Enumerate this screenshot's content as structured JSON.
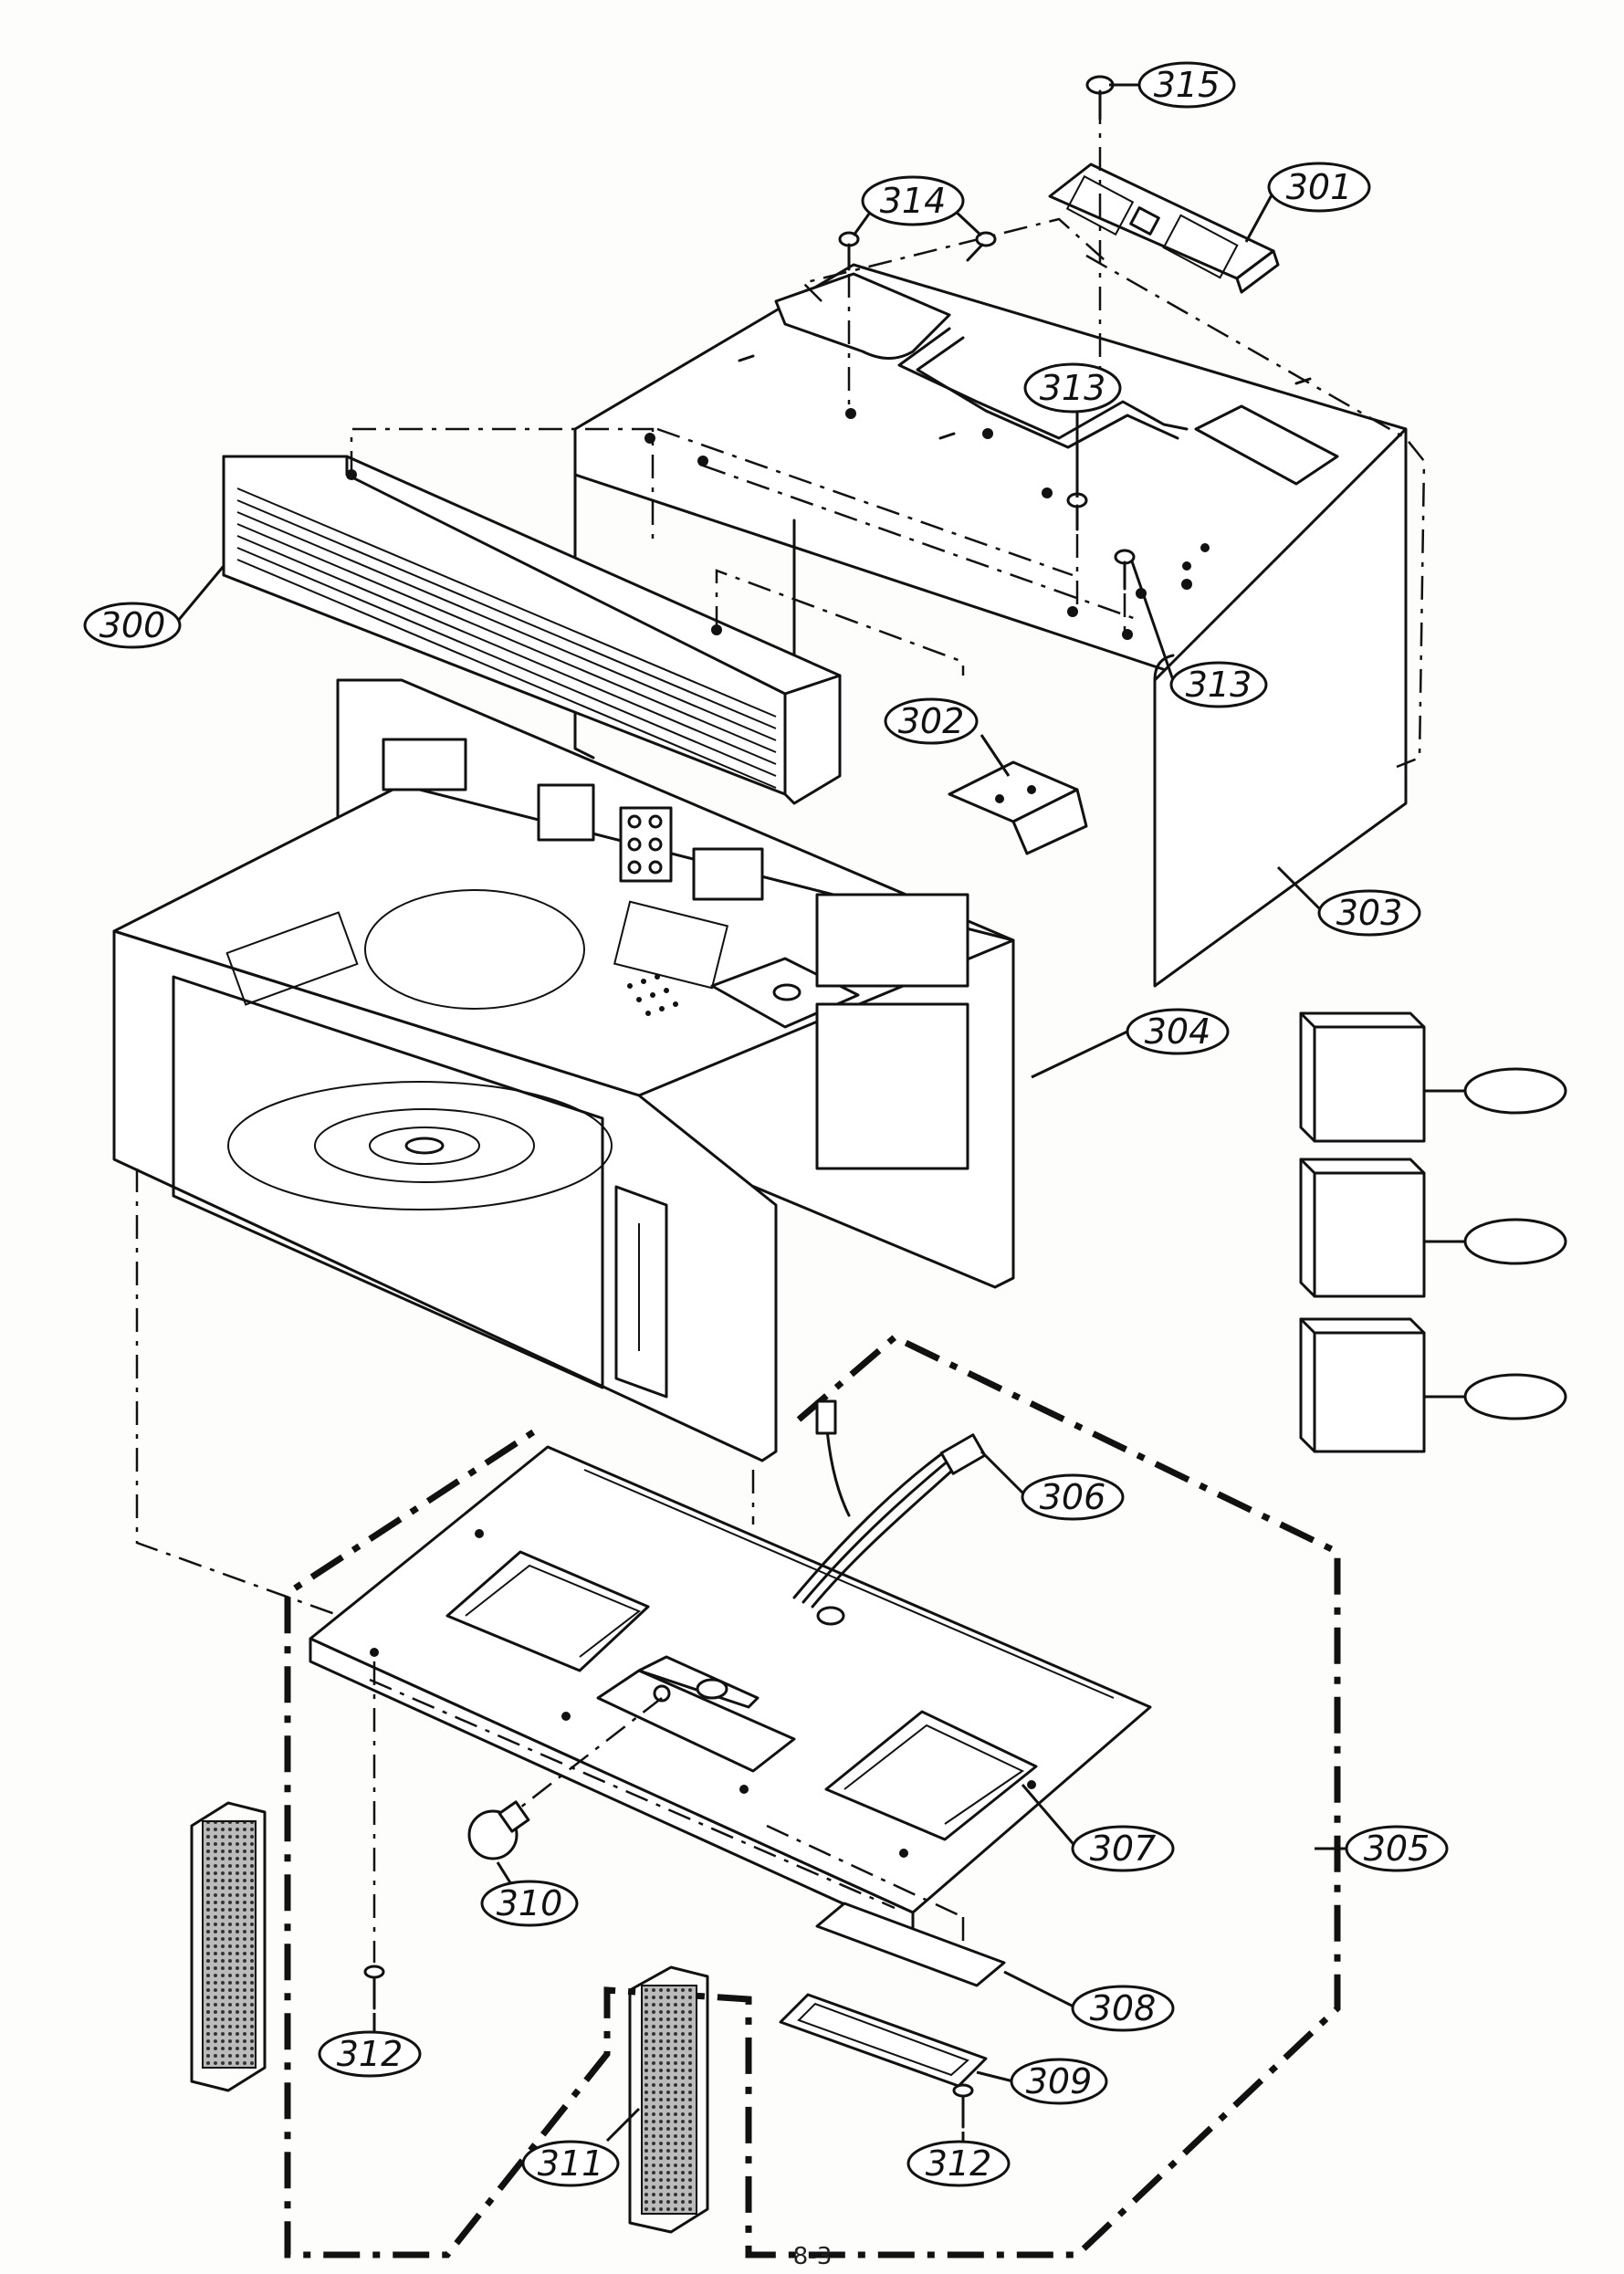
{
  "callouts": {
    "c300": "300",
    "c301": "301",
    "c302": "302",
    "c303": "303",
    "c304": "304",
    "c305": "305",
    "c306": "306",
    "c307": "307",
    "c308": "308",
    "c309": "309",
    "c310": "310",
    "c311": "311",
    "c312a": "312",
    "c312b": "312",
    "c313a": "313",
    "c313b": "313",
    "c314": "314",
    "c315": "315"
  },
  "side_boxes": [
    {
      "label": ""
    },
    {
      "label": ""
    },
    {
      "label": ""
    }
  ],
  "page_number": "8-3"
}
